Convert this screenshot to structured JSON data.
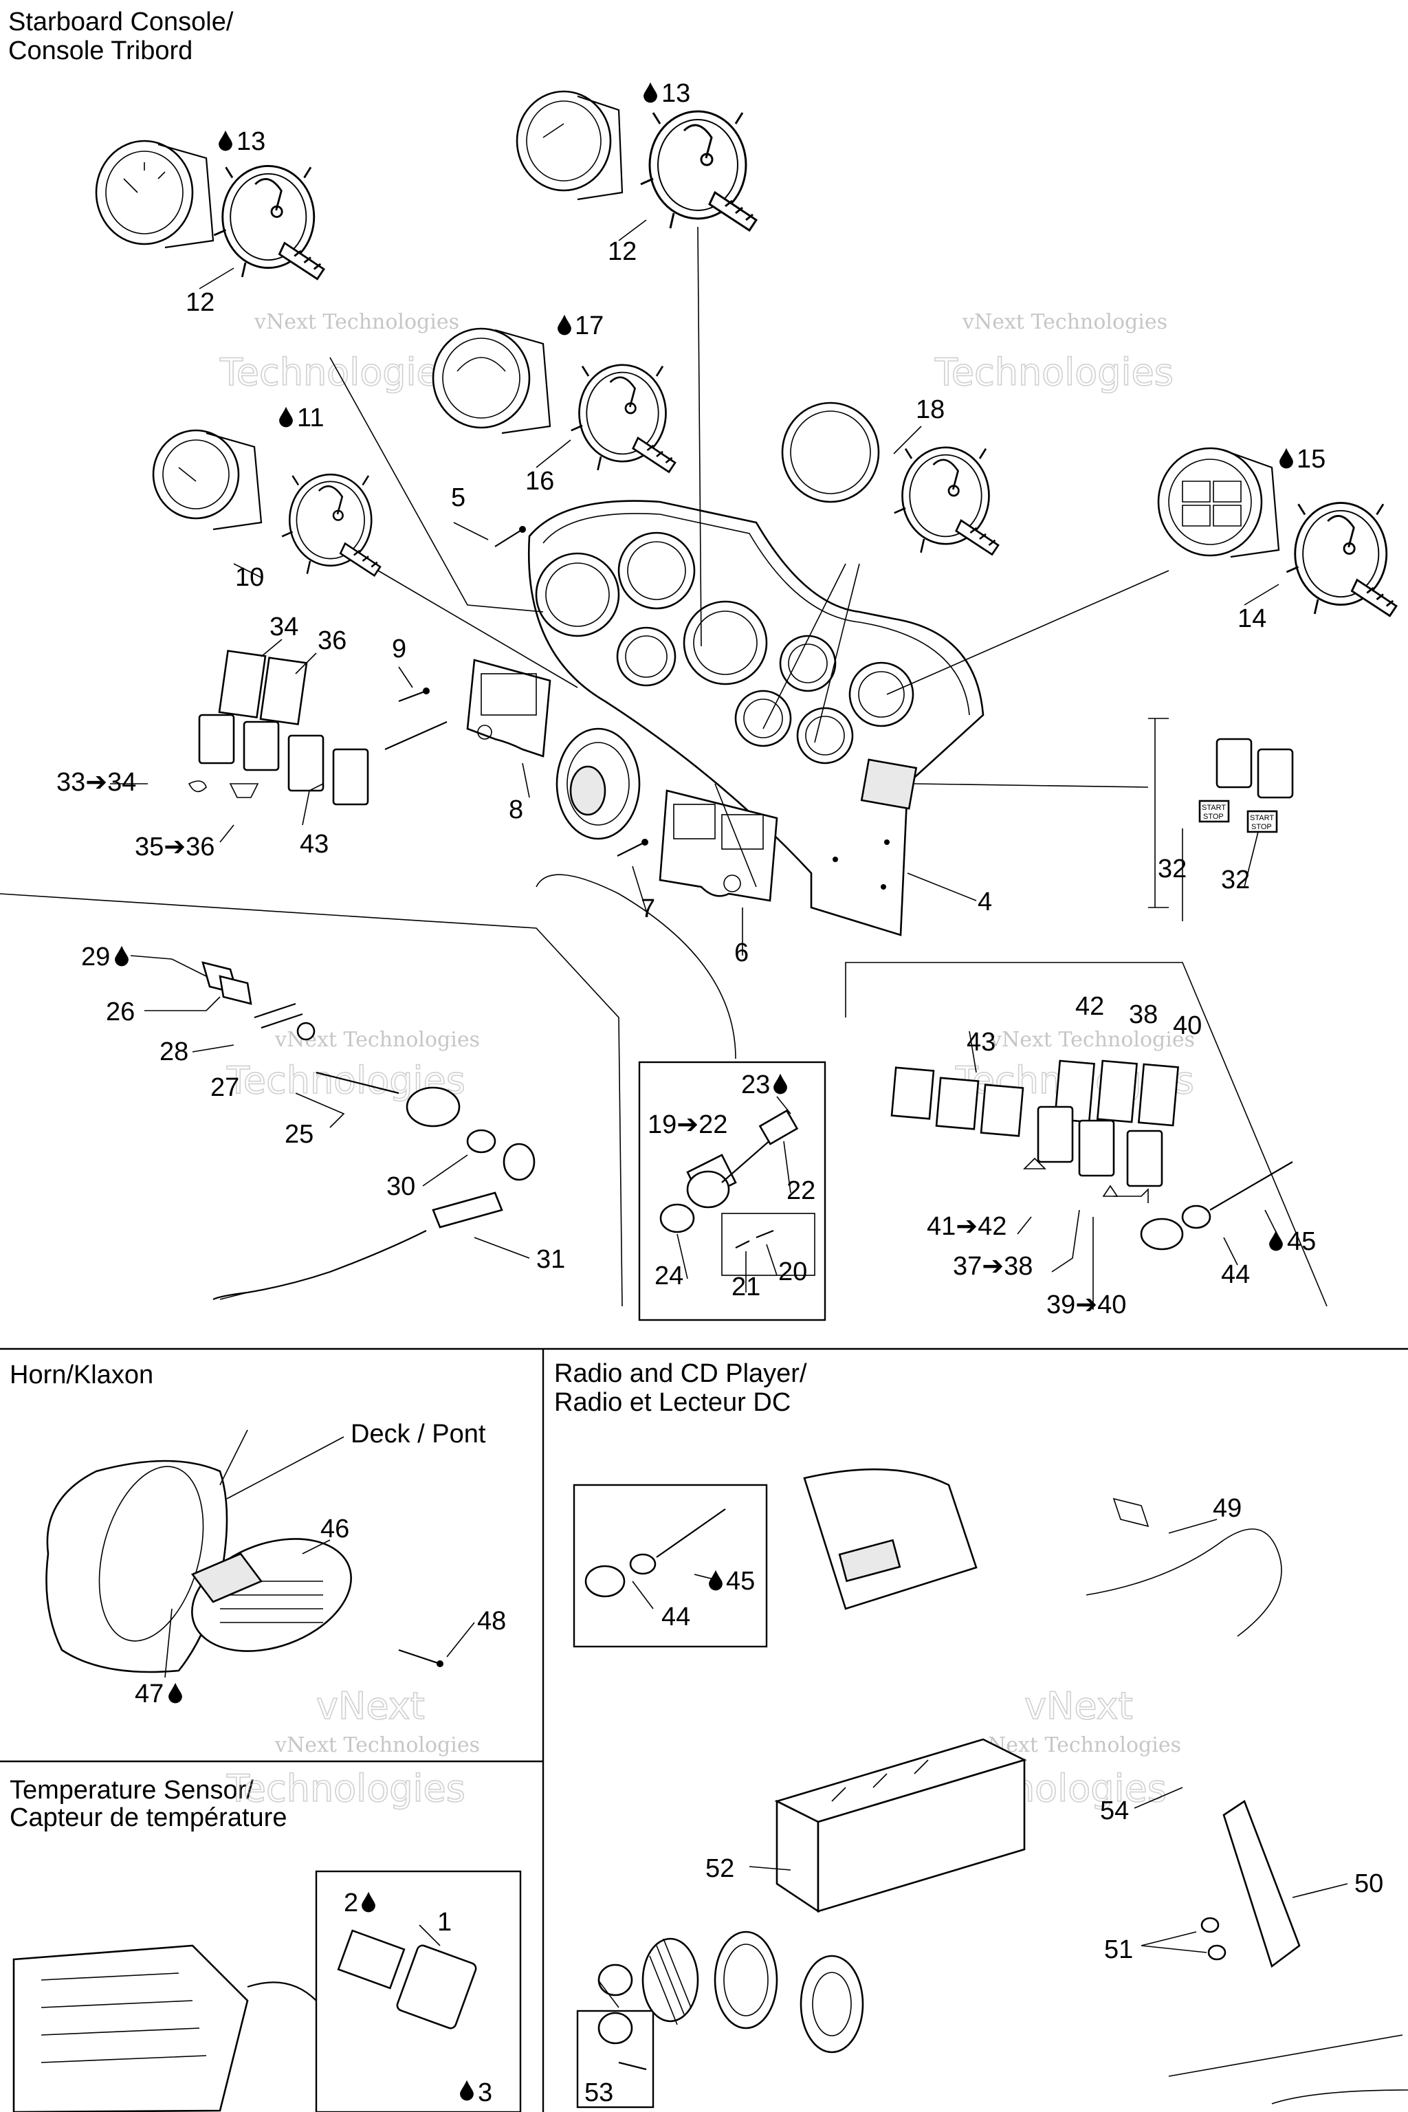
{
  "sections": {
    "starboard_title_line1": "Starboard Console/",
    "starboard_title_line2": "Console Tribord",
    "horn_title": "Horn/Klaxon",
    "radio_title_line1": "Radio and CD Player/",
    "radio_title_line2": "Radio et Lecteur DC",
    "temp_title_line1": "Temperature Sensor/",
    "temp_title_line2": "Capteur de température"
  },
  "watermark": {
    "line1": "vNext Technologies",
    "line2": "Technologies",
    "line3": "vNext"
  },
  "labels": {
    "l1": "1",
    "l2": "2",
    "l3": "3",
    "l4": "4",
    "l5": "5",
    "l6": "6",
    "l7": "7",
    "l8": "8",
    "l9": "9",
    "l10": "10",
    "l11": "11",
    "l12a": "12",
    "l12b": "12",
    "l13a": "13",
    "l13b": "13",
    "l14": "14",
    "l15": "15",
    "l16": "16",
    "l17": "17",
    "l18": "18",
    "l19": "19➔22",
    "l20": "20",
    "l21": "21",
    "l22": "22",
    "l23": "23",
    "l24": "24",
    "l25": "25",
    "l26": "26",
    "l27": "27",
    "l28": "28",
    "l29": "29",
    "l30": "30",
    "l31": "31",
    "l32a": "32",
    "l32b": "32",
    "l33": "33➔34",
    "l34": "34",
    "l35": "35➔36",
    "l36": "36",
    "l37": "37➔38",
    "l38": "38",
    "l39": "39➔40",
    "l40": "40",
    "l41": "41➔42",
    "l42": "42",
    "l43a": "43",
    "l43b": "43",
    "l44a": "44",
    "l44b": "44",
    "l45a": "45",
    "l45b": "45",
    "l46": "46",
    "l47": "47",
    "l48": "48",
    "l49": "49",
    "l50": "50",
    "l51": "51",
    "l52": "52",
    "l53": "53",
    "l54": "54",
    "deck": "Deck / Pont",
    "start_stop_1a": "START",
    "start_stop_1b": "STOP",
    "start_stop_2a": "START",
    "start_stop_2b": "STOP"
  },
  "icons": {
    "lubricant": "oil-drop-icon",
    "arrow": "right-arrow-glyph"
  }
}
